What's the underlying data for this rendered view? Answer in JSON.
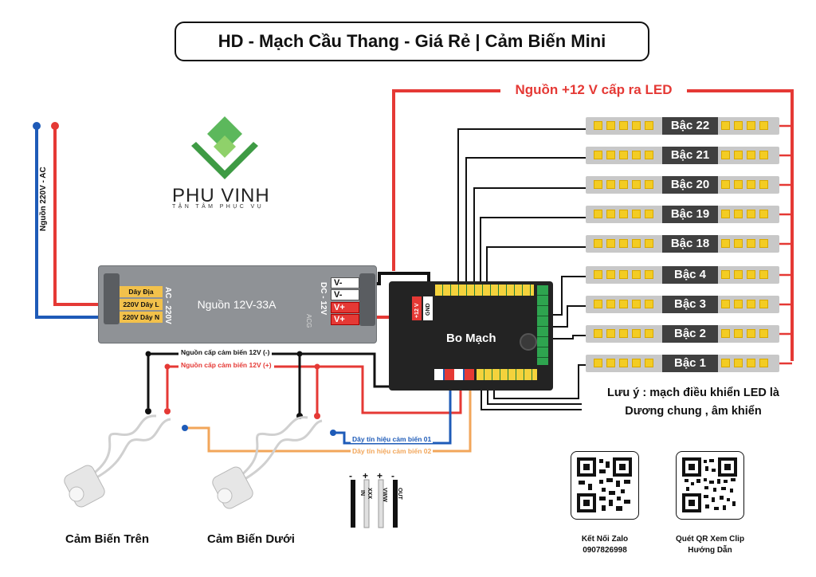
{
  "title": "HD - Mạch Cầu Thang - Giá Rẻ | Cảm Biến Mini",
  "logo": {
    "brand": "PHU VINH",
    "slogan": "TẬN TÂM PHỤC VỤ"
  },
  "labels": {
    "mains": "Nguồn 220V - AC",
    "led_power": "Nguồn +12 V cấp ra LED",
    "psu_name": "Nguồn 12V-33A",
    "psu_ac": "AC - 220V",
    "psu_dc": "DC - 12V",
    "psu_brand": "ACG",
    "board": "Bo Mạch",
    "board_vplus": "+12 V",
    "board_gnd": "GND",
    "sensor_neg": "Nguồn cấp cảm biến 12V (-)",
    "sensor_pos": "Nguồn cấp cảm biến 12V (+)",
    "signal1": "Dây tín hiệu cảm biến 01",
    "signal2": "Dây tín hiệu cảm biến 02",
    "sensor_top": "Cảm Biến Trên",
    "sensor_bottom": "Cảm Biến Dưới",
    "note": "Lưu ý : mạch điều khiển LED là Dương chung , âm khiển"
  },
  "psu_terminals": {
    "ac": [
      "Dây Địa",
      "220V Dây L",
      "220V Dây N"
    ],
    "dc": [
      "V-",
      "V-",
      "V+",
      "V+"
    ]
  },
  "steps": [
    "Bậc 22",
    "Bậc 21",
    "Bậc 20",
    "Bậc 19",
    "Bậc 18",
    "Bậc 4",
    "Bậc 3",
    "Bậc 2",
    "Bậc 1"
  ],
  "sensor_pins": {
    "signs": [
      "-",
      "+",
      "+",
      "-"
    ],
    "names": [
      "IN",
      "XXX",
      "VWW",
      "OUT"
    ]
  },
  "qr": [
    {
      "line1": "Kết Nối Zalo",
      "line2": "0907826998"
    },
    {
      "line1": "Quét QR Xem Clip",
      "line2": "Hướng Dẫn"
    }
  ],
  "colors": {
    "red_wire": "#e53935",
    "blue_wire": "#1e5bb8",
    "orange_wire": "#f2a65a",
    "black_wire": "#111111",
    "led": "#f3cc23",
    "logo_green": "#4caf50"
  }
}
